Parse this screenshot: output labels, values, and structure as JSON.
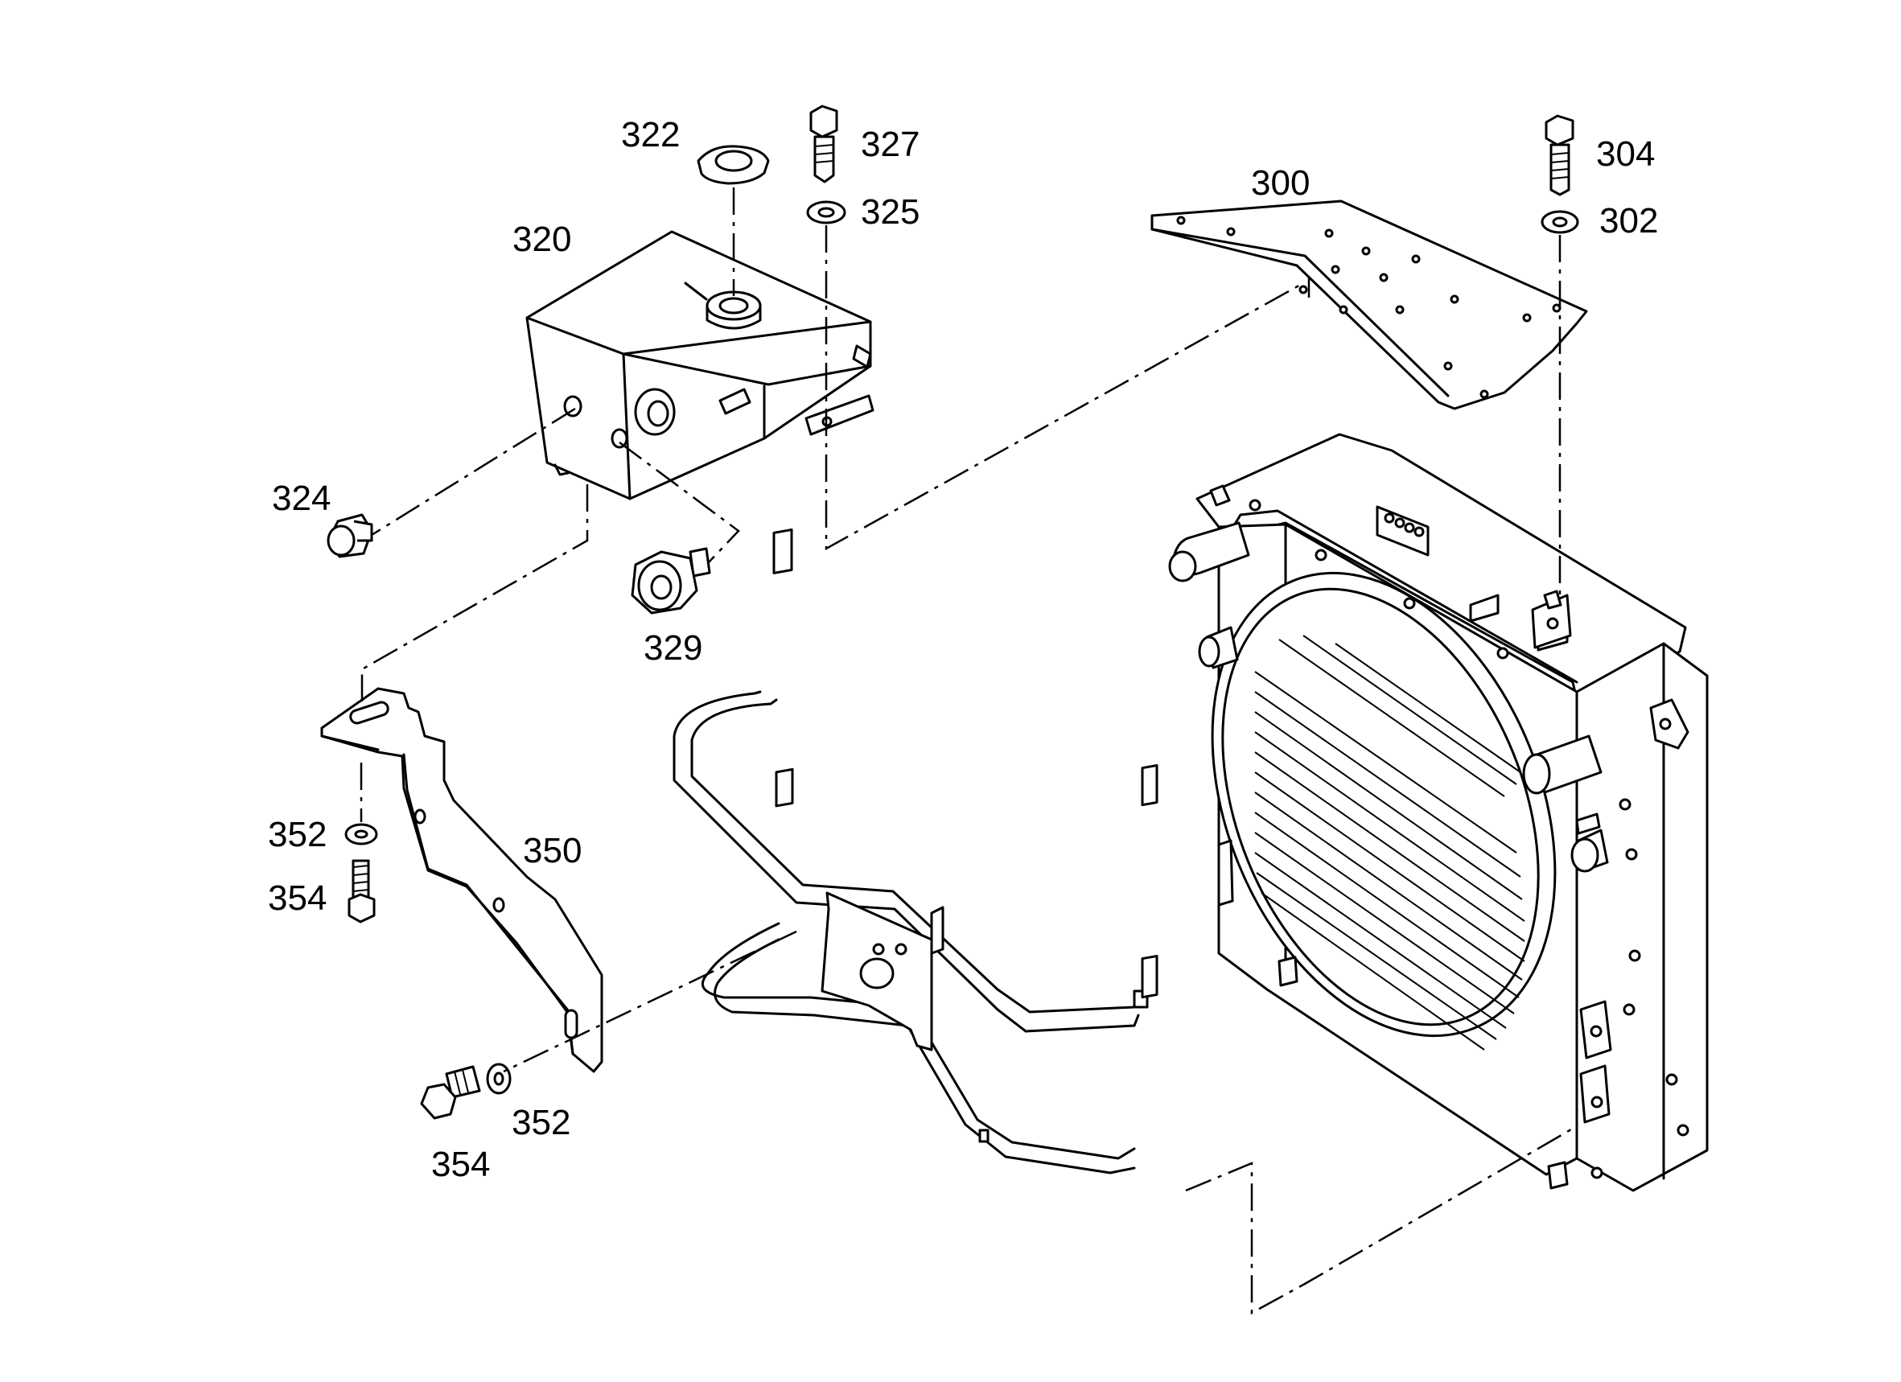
{
  "diagram": {
    "line_color": "#000000",
    "background": "#ffffff",
    "labels": {
      "p300": "300",
      "p302": "302",
      "p304": "304",
      "p320": "320",
      "p322": "322",
      "p324": "324",
      "p325": "325",
      "p327": "327",
      "p329": "329",
      "p350": "350",
      "p352a": "352",
      "p352b": "352",
      "p354a": "354",
      "p354b": "354"
    }
  }
}
